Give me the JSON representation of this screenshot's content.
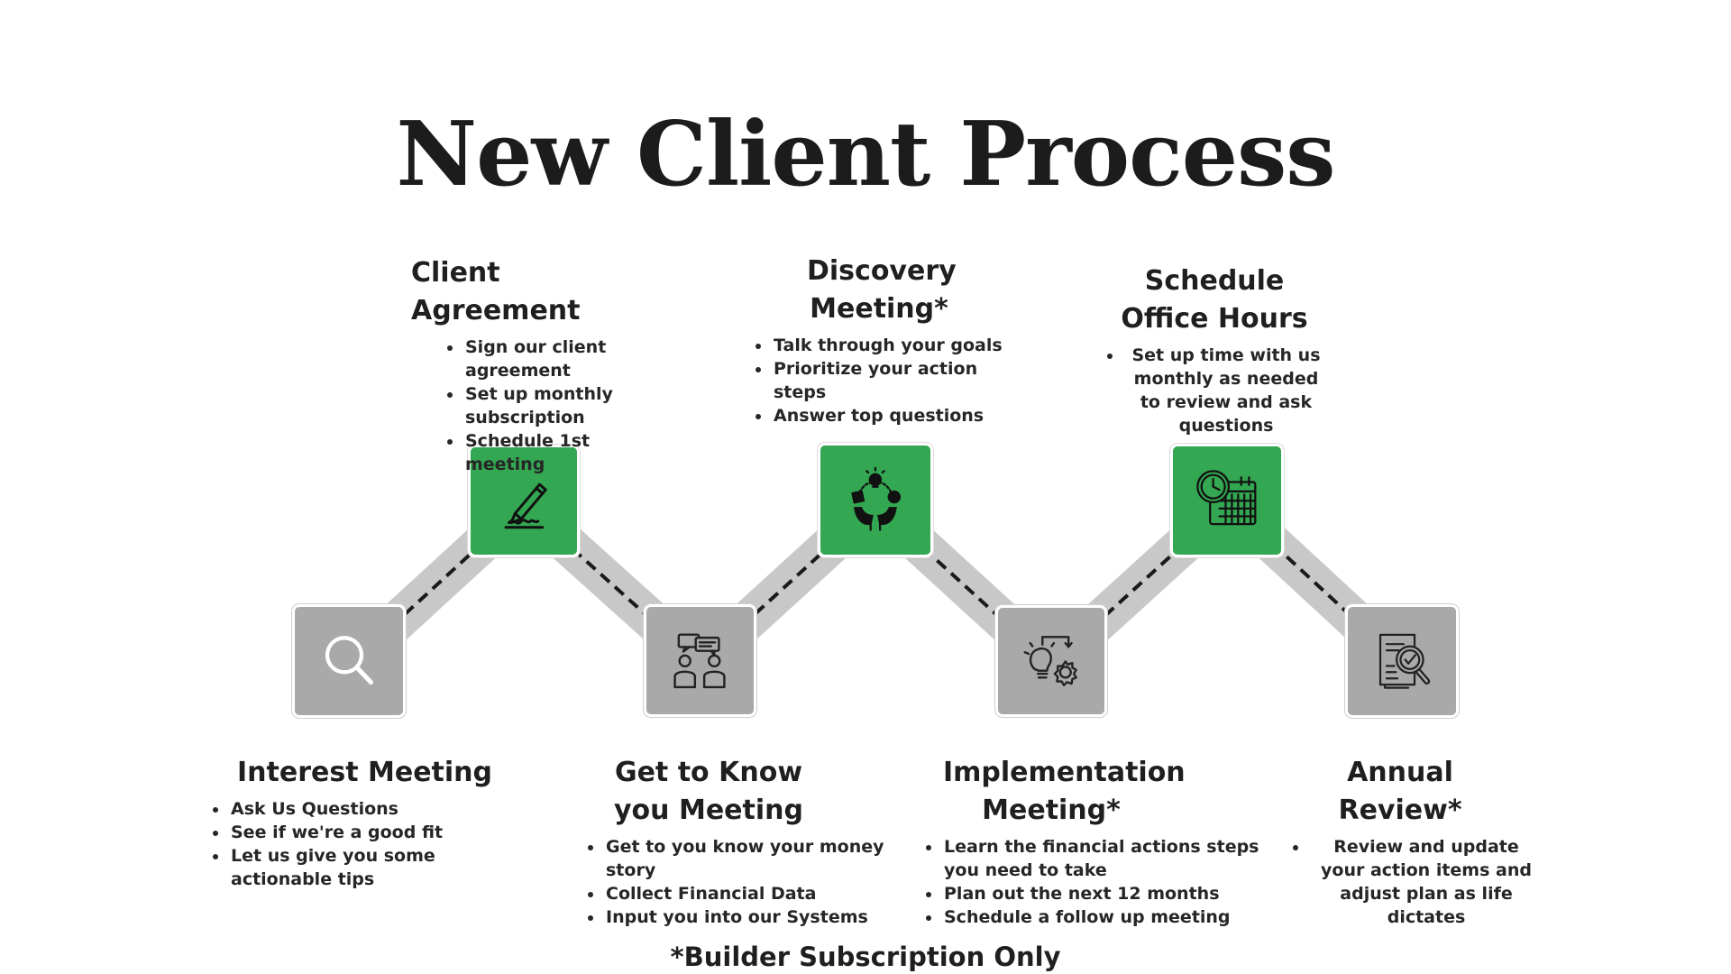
{
  "title": "New Client Process",
  "footnote": "*Builder Subscription Only",
  "colors": {
    "accent_green": "#33a752",
    "tile_gray": "#a9a9a9",
    "track_gray": "#c8c8c8",
    "text_dark": "#1f1f1f"
  },
  "steps": [
    {
      "title": "Interest Meeting",
      "icon": "magnifying-glass-icon",
      "bullets": [
        "Ask Us Questions",
        "See if we're a good fit",
        "Let us give you some actionable tips"
      ]
    },
    {
      "title": "Client Agreement",
      "icon": "pen-signature-icon",
      "bullets": [
        "Sign our client agreement",
        "Set up monthly subscription",
        "Schedule 1st meeting"
      ]
    },
    {
      "title": "Get to Know you Meeting",
      "icon": "conversation-people-icon",
      "bullets": [
        "Get to you know your money story",
        "Collect Financial Data",
        "Input you into our Systems"
      ]
    },
    {
      "title": "Discovery Meeting*",
      "icon": "idea-hands-icon",
      "bullets": [
        "Talk through your goals",
        "Prioritize your action steps",
        "Answer top questions"
      ]
    },
    {
      "title": "Implementation Meeting*",
      "icon": "lightbulb-gear-icon",
      "bullets": [
        "Learn the financial actions steps you need to take",
        "Plan out the next 12 months",
        "Schedule a follow up meeting"
      ]
    },
    {
      "title": "Schedule Office Hours",
      "icon": "clock-calendar-icon",
      "bullets": [
        "Set up time with us monthly as needed to review and ask questions"
      ]
    },
    {
      "title": "Annual Review*",
      "icon": "document-check-icon",
      "bullets": [
        "Review and update your action items and adjust plan as life dictates"
      ]
    }
  ]
}
